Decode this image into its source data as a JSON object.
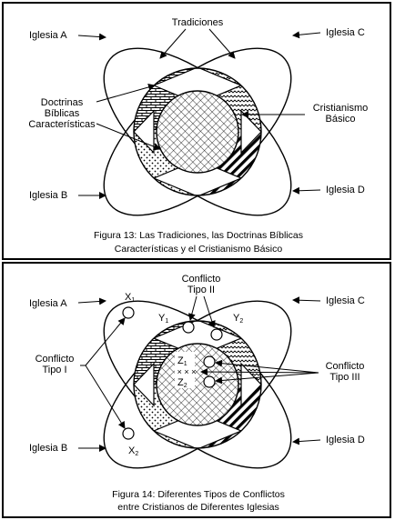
{
  "figure13": {
    "caption_line1": "Figura 13: Las Tradiciones, las Doctrinas Bíblicas",
    "caption_line2": "Características y el Cristianismo Básico",
    "labels": {
      "tradiciones": "Tradiciones",
      "iglesia_a": "Iglesia A",
      "iglesia_b": "Iglesia B",
      "iglesia_c": "Iglesia C",
      "iglesia_d": "Iglesia D",
      "doctrinas_line1": "Doctrinas",
      "doctrinas_line2": "Bíblicas",
      "doctrinas_line3": "Características",
      "cristianismo_line1": "Cristianismo",
      "cristianismo_line2": "Básico"
    }
  },
  "figure14": {
    "caption_line1": "Figura 14: Diferentes Tipos de Conflictos",
    "caption_line2": "entre Cristianos de Diferentes Iglesias",
    "labels": {
      "iglesia_a": "Iglesia A",
      "iglesia_b": "Iglesia B",
      "iglesia_c": "Iglesia C",
      "iglesia_d": "Iglesia D",
      "conflicto_ii_line1": "Conflicto",
      "conflicto_ii_line2": "Tipo II",
      "conflicto_i_line1": "Conflicto",
      "conflicto_i_line2": "Tipo I",
      "conflicto_iii_line1": "Conflicto",
      "conflicto_iii_line2": "Tipo III",
      "x1": "X",
      "x1_sub": "1",
      "x2": "X",
      "x2_sub": "2",
      "y1": "Y",
      "y1_sub": "1",
      "y2": "Y",
      "y2_sub": "2",
      "z1": "Z",
      "z1_sub": "1",
      "z2": "Z",
      "z2_sub": "2",
      "crosses": "× × ×"
    }
  }
}
